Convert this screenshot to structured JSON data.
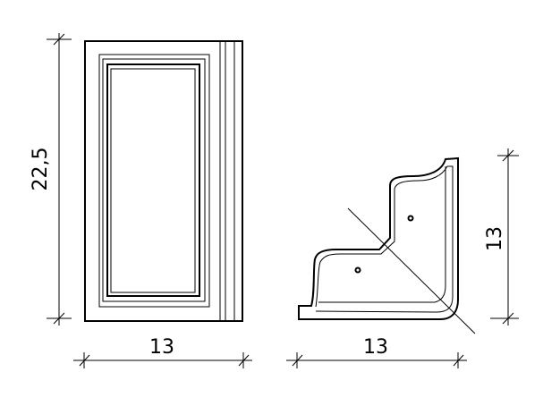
{
  "dimensions": {
    "front_height": "22,5",
    "front_width": "13",
    "profile_width": "13",
    "profile_height": "13"
  }
}
